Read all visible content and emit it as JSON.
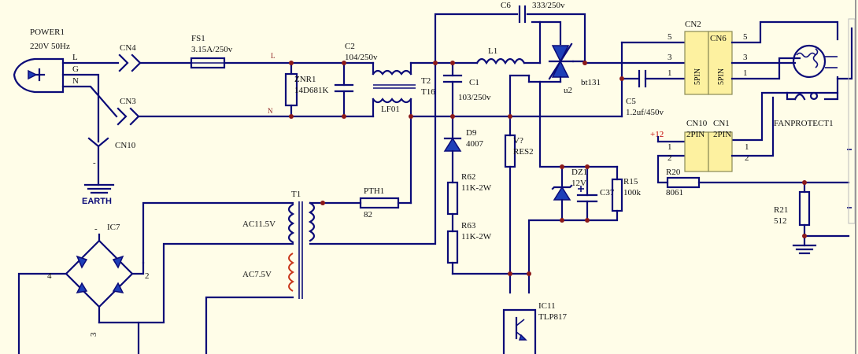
{
  "schematic": {
    "power": {
      "ref": "POWER1",
      "rating": "220V 50Hz",
      "pin_l": "L",
      "pin_g": "G",
      "pin_n": "N"
    },
    "cn4": "CN4",
    "cn3": "CN3",
    "cn10_earth": "CN10",
    "earth": {
      "dash": "-",
      "label": "EARTH"
    },
    "fs1": {
      "ref": "FS1",
      "value": "3.15A/250v"
    },
    "net_l": "L",
    "net_n": "N",
    "c2": {
      "ref": "C2",
      "value": "104/250v"
    },
    "znr1": {
      "ref": "ZNR1",
      "value": "14D681K"
    },
    "lf01": {
      "ref": "LF01",
      "t2": "T2",
      "t16": "T16"
    },
    "c6": {
      "ref": "C6",
      "value": "333/250v"
    },
    "l1": "L1",
    "c1": {
      "ref": "C1",
      "value": "103/250v"
    },
    "triac": {
      "u2": "u2",
      "part": "bt131"
    },
    "c5": {
      "ref": "C5",
      "value": "1.2uf/450v"
    },
    "cn2": {
      "ref": "CN2",
      "body": "5PIN",
      "pin5": "5",
      "pin3": "3",
      "pin1": "1"
    },
    "cn6": {
      "ref": "CN6",
      "body": "5PIN",
      "pin5": "5",
      "pin3": "3",
      "pin1": "1"
    },
    "d9": {
      "ref": "D9",
      "value": "4007"
    },
    "res2": {
      "ref": "V?",
      "value": "RES2"
    },
    "r62": {
      "ref": "R62",
      "value": "11K-2W"
    },
    "r63": {
      "ref": "R63",
      "value": "11K-2W"
    },
    "dz1": {
      "ref": "DZ1",
      "value": "12V"
    },
    "c37": {
      "ref": "C37"
    },
    "r15": {
      "ref": "R15",
      "value": "100k"
    },
    "ic11": {
      "ref": "IC11",
      "value": "TLP817"
    },
    "t1": {
      "ref": "T1",
      "ac1": "AC11.5V",
      "ac2": "AC7.5V"
    },
    "pth1": {
      "ref": "PTH1",
      "value": "82"
    },
    "ic7": {
      "ref": "IC7",
      "pin4": "4",
      "pin2": "2",
      "pin3": "3",
      "dash": "-"
    },
    "plus12": "+12",
    "cn10": {
      "ref": "CN10",
      "body": "2PIN",
      "pin1": "1",
      "pin2": "2"
    },
    "cn1": {
      "ref": "CN1",
      "body": "2PIN",
      "pin1": "1",
      "pin2": "2"
    },
    "r20": {
      "ref": "R20",
      "value": "8061"
    },
    "r21": {
      "ref": "R21",
      "value": "512"
    },
    "fanprotect": "FANPROTECT1"
  }
}
